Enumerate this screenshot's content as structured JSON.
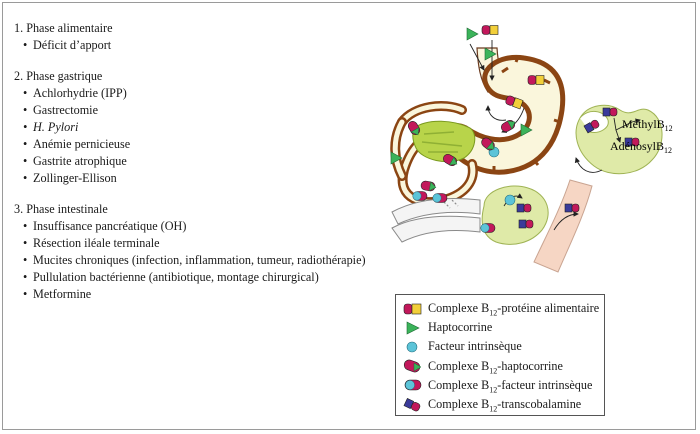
{
  "phases": [
    {
      "title": "1. Phase alimentaire",
      "items": [
        "Déficit d’apport"
      ]
    },
    {
      "title": "2. Phase gastrique",
      "items": [
        "Achlorhydrie (IPP)",
        "Gastrectomie",
        "H. Pylori",
        "Anémie pernicieuse",
        "Gastrite atrophique",
        "Zollinger-Ellison"
      ]
    },
    {
      "title": "3. Phase intestinale",
      "items": [
        "Insuffisance pancréatique (OH)",
        "Résection iléale terminale",
        "Mucites chroniques (infection, inflammation, tumeur, radiothérapie)",
        "Pullulation bactérienne (antibiotique, montage chirurgical)",
        "Metformine"
      ]
    }
  ],
  "enzymes": {
    "methyl_prefix": "MéthylB",
    "methyl_sub": "12",
    "adenosyl_prefix": "AdénosylB",
    "adenosyl_sub": "12"
  },
  "legend": [
    {
      "icon": "b12-food-protein-complex-icon",
      "prefix": "Complexe B",
      "sub": "12",
      "suffix": "-protéine alimentaire"
    },
    {
      "icon": "haptocorrin-icon",
      "prefix": "Haptocorrine",
      "sub": "",
      "suffix": ""
    },
    {
      "icon": "intrinsic-factor-icon",
      "prefix": "Facteur intrinsèque",
      "sub": "",
      "suffix": ""
    },
    {
      "icon": "b12-haptocorrin-complex-icon",
      "prefix": "Complexe B",
      "sub": "12",
      "suffix": "-haptocorrine"
    },
    {
      "icon": "b12-intrinsic-factor-complex-icon",
      "prefix": "Complexe B",
      "sub": "12",
      "suffix": "-facteur intrinsèque"
    },
    {
      "icon": "b12-transcobalamin-complex-icon",
      "prefix": "Complexe B",
      "sub": "12",
      "suffix": "-transcobalamine"
    }
  ],
  "colors": {
    "magenta": "#c2185b",
    "yellow": "#f2cf3a",
    "green": "#3bb35a",
    "cyan": "#5cc4d8",
    "violet": "#3a3a9a",
    "wall": "#a0522d",
    "mucosa": "#faf6dc",
    "liver": "#dfeaa8",
    "pancreas": "#b8d44a",
    "vessel": "#f6d6c4"
  }
}
